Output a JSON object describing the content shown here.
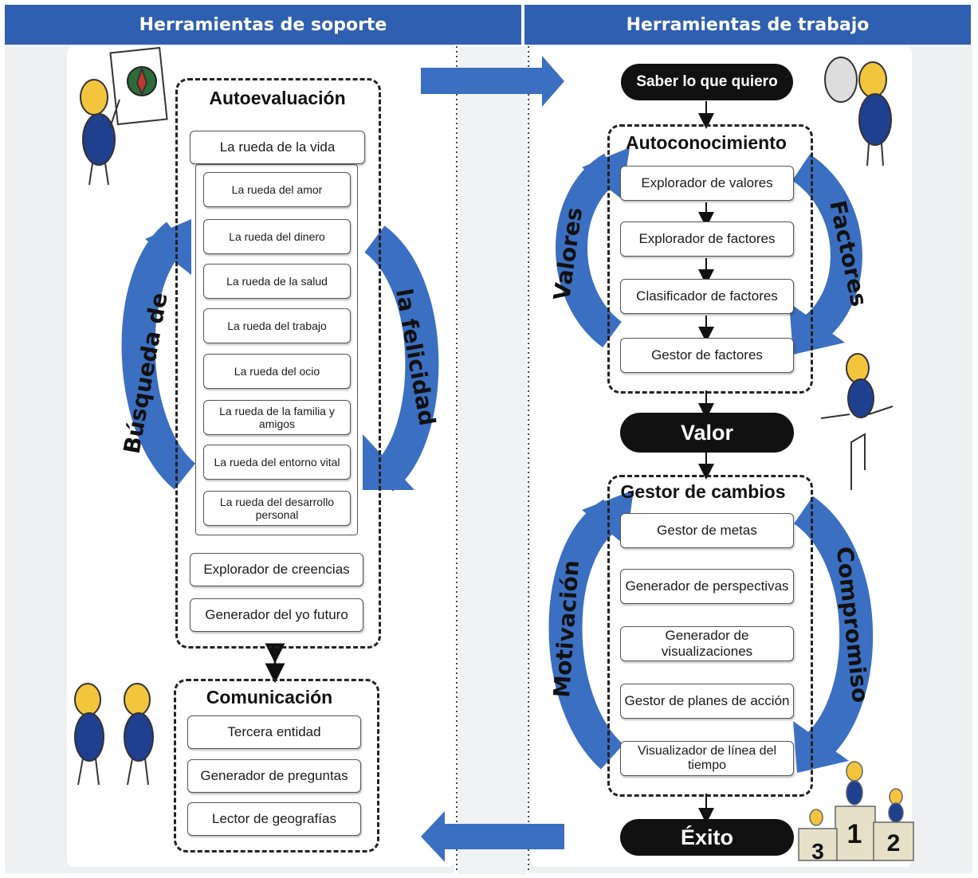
{
  "header": {
    "left": "Herramientas de soporte",
    "right": "Herramientas de trabajo"
  },
  "left": {
    "autoevaluacion": {
      "title": "Autoevaluación",
      "wheel": "La rueda de la vida",
      "wheels": [
        "La rueda del amor",
        "La rueda del dinero",
        "La rueda de la salud",
        "La rueda del trabajo",
        "La rueda del ocio",
        "La rueda de la familia y amigos",
        "La rueda del entorno vital",
        "La rueda del desarrollo personal"
      ],
      "extra": [
        "Explorador de creencias",
        "Generador del yo futuro"
      ]
    },
    "comunicacion": {
      "title": "Comunicación",
      "items": [
        "Tercera entidad",
        "Generador de preguntas",
        "Lector de geografías"
      ]
    },
    "cycle": {
      "left_label": "Búsqueda de",
      "right_label": "la felicidad"
    }
  },
  "right": {
    "start": "Saber lo que quiero",
    "autoconocimiento": {
      "title": "Autoconocimiento",
      "items": [
        "Explorador de valores",
        "Explorador de factores",
        "Clasificador de factores",
        "Gestor de factores"
      ],
      "left_label": "Valores",
      "right_label": "Factores"
    },
    "valor": "Valor",
    "gestor": {
      "title": "Gestor de cambios",
      "items": [
        "Gestor de metas",
        "Generador de perspectivas",
        "Generador de visualizaciones",
        "Gestor de planes de acción",
        "Visualizador de línea del tiempo"
      ],
      "left_label": "Motivación",
      "right_label": "Compromiso"
    },
    "exito": "Éxito"
  },
  "icons": {
    "compass": "compass-icon",
    "podium": "podium-icon",
    "mirror": "mirror-icon"
  },
  "podium_places": [
    "1",
    "2",
    "3"
  ],
  "colors": {
    "header": "#2f5fb0",
    "arrow": "#3b6fc2"
  }
}
